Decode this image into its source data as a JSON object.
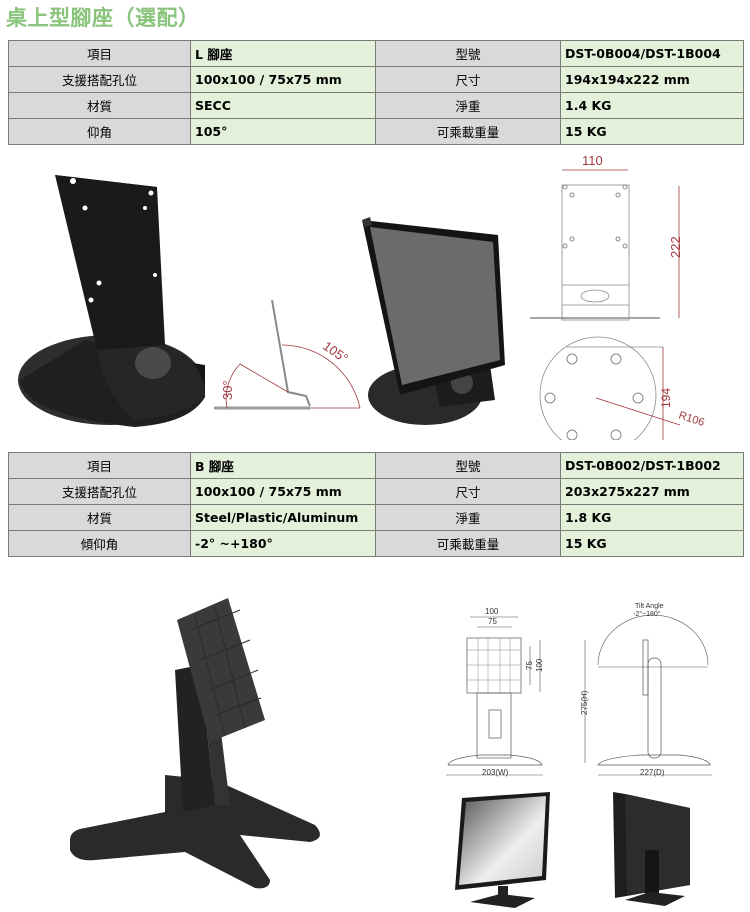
{
  "title": "桌上型腳座（選配）",
  "table_l": {
    "rows": [
      {
        "label1": "項目",
        "value1": "L 腳座",
        "label2": "型號",
        "value2": "DST-0B004/DST-1B004"
      },
      {
        "label1": "支援搭配孔位",
        "value1": "100x100 / 75x75 mm",
        "label2": "尺寸",
        "value2": "194x194x222 mm"
      },
      {
        "label1": "材質",
        "value1": "SECC",
        "label2": "淨重",
        "value2": "1.4 KG"
      },
      {
        "label1": "仰角",
        "value1": "105°",
        "label2": "可乘載重量",
        "value2": "15 KG"
      }
    ]
  },
  "diagram_l": {
    "angle_front": "30°",
    "angle_back": "105°",
    "width": "110",
    "height": "222",
    "depth": "194",
    "radius": "R106"
  },
  "table_b": {
    "rows": [
      {
        "label1": "項目",
        "value1": "B  腳座",
        "label2": "型號",
        "value2": "DST-0B002/DST-1B002"
      },
      {
        "label1": "支援搭配孔位",
        "value1": "100x100 / 75x75 mm",
        "label2": "尺寸",
        "value2": "203x275x227 mm"
      },
      {
        "label1": "材質",
        "value1": "Steel/Plastic/Aluminum",
        "label2": "淨重",
        "value2": "1.8 KG"
      },
      {
        "label1": "傾仰角",
        "value1": "-2°  ~+180°",
        "label2": "可乘載重量",
        "value2": "15 KG"
      }
    ]
  },
  "diagram_b": {
    "vesa_outer": "100",
    "vesa_inner": "75",
    "vesa_inner_v": "75",
    "vesa_outer_v": "100",
    "width_label": "203(W)",
    "height_label": "275(H)",
    "depth_label": "227(D)",
    "tilt_title": "Tilt Angle",
    "tilt_range": "-2°~180°"
  },
  "colors": {
    "title": "#8ac47c",
    "label_bg": "#d9d9d9",
    "value_bg": "#e3f0da",
    "dimension": "#a0393c"
  }
}
